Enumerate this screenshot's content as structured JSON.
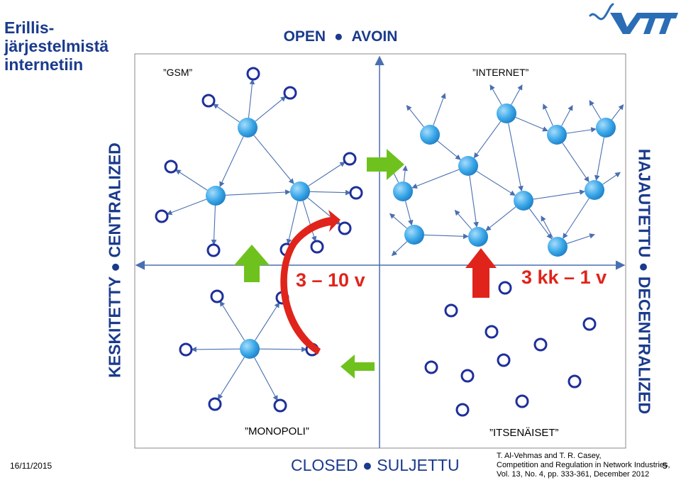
{
  "title": "Erillis-\njärjestelmistä\ninternetiin",
  "axes": {
    "top_left": "OPEN",
    "top_right": "AVOIN",
    "bottom_left": "CLOSED",
    "bottom_right": "SULJETTU",
    "left_a": "KESKITETTY",
    "left_b": "CENTRALIZED",
    "right_a": "HAJAUTETTU",
    "right_b": "DECENTRALIZED",
    "separator": "●"
  },
  "quadrants": {
    "top_left": "”GSM”",
    "top_right": "”INTERNET”",
    "bottom_left": "”MONOPOLI”",
    "bottom_right": "”ITSENÄISET”"
  },
  "transitions": {
    "left": "3 – 10 v",
    "right": "3 kk – 1 v"
  },
  "footer": {
    "date": "16/11/2015",
    "page": "5",
    "reference": [
      "T. Al-Vehmas and T. R. Casey,",
      "Competition and Regulation in Network Industries,",
      "Vol. 13, No. 4, pp. 333-361, December 2012"
    ]
  },
  "logo": {
    "text": "VTT",
    "color": "#2b6db5"
  },
  "colors": {
    "accent": "#1a3a8c",
    "hub": "#3aa7e8",
    "node_ring": "#1e2f9a",
    "arrow_green": "#6fc21e",
    "arrow_red": "#e0241b"
  }
}
